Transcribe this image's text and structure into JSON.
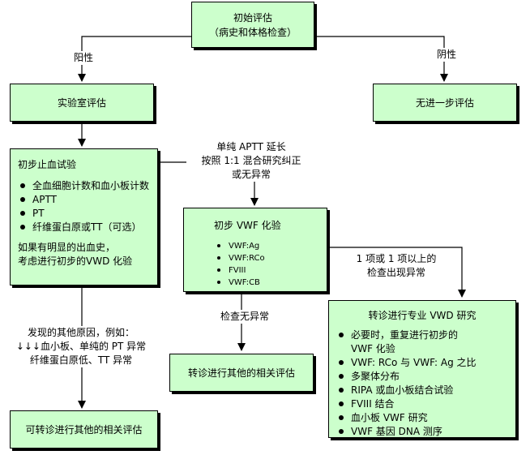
{
  "nodes": {
    "initial": {
      "line1": "初始评估",
      "line2": "（病史和体格检查）"
    },
    "lab": {
      "label": "实验室评估"
    },
    "no_further": {
      "label": "无进一步评估"
    },
    "hemostasis": {
      "title": "初步止血试验",
      "items": [
        "全血细胞计数和血小板计数",
        "APTT",
        "PT",
        "纤维蛋白原或TT（可选）"
      ],
      "note_line1": "如果有明显的出血史，",
      "note_line2": "考虑进行初步的VWD 化验"
    },
    "vwf_initial": {
      "title": "初步 VWF 化验",
      "items": [
        "VWF:Ag",
        "VWF:RCo",
        "FVIII",
        "VWF:CB"
      ]
    },
    "refer_other_mid": {
      "label": "转诊进行其他的相关评估"
    },
    "refer_other_left": {
      "label": "可转诊进行其他的相关评估"
    },
    "vwd_special": {
      "title": "转诊进行专业 VWD 研究",
      "items": [
        "必要时，重复进行初步的",
        "VWF: RCo 与 VWF: Ag 之比",
        "多聚体分布",
        "RIPA 或血小板结合试验",
        "FVIII 结合",
        "血小板 VWF 研究",
        "VWF 基因 DNA 测序"
      ],
      "item0_cont": "VWF 化验"
    }
  },
  "edges": {
    "positive": "阳性",
    "negative": "阴性",
    "aptt_line1": "单纯 APTT 延长",
    "aptt_line2": "按照 1:1 混合研究纠正",
    "aptt_line3": "或无异常",
    "no_abnormal": "检查无异常",
    "one_or_more_line1": "1 项或 1 项以上的",
    "one_or_more_line2": "检查出现异常",
    "other_causes_line1": "发现的其他原因，例如：",
    "other_causes_line2": "↓↓↓血小板、单纯的 PT 异常",
    "other_causes_line3": "纤维蛋白原低、TT 异常"
  }
}
